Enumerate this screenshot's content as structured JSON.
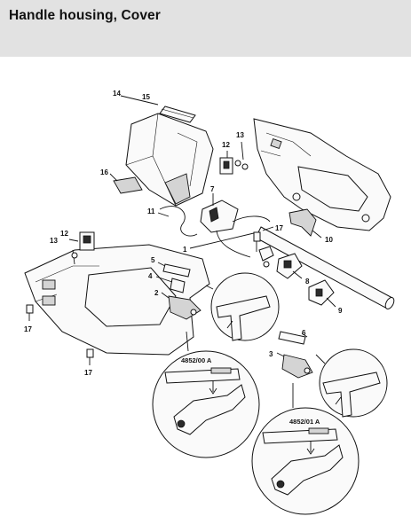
{
  "header": {
    "title": "Handle housing, Cover"
  },
  "colors": {
    "header_bg": "#e2e2e2",
    "line": "#111111"
  },
  "callouts": {
    "c1": "1",
    "c2": "2",
    "c3": "3",
    "c4": "4",
    "c5": "5",
    "c6": "6",
    "c7": "7",
    "c8": "8",
    "c9": "9",
    "c10": "10",
    "c11": "11",
    "c12": "12",
    "c12b": "12",
    "c13": "13",
    "c13b": "13",
    "c14": "14",
    "c15": "15",
    "c16": "16",
    "c17": "17",
    "c17b": "17",
    "c17c": "17"
  },
  "detail_views": {
    "ref_a": "4852/00 A",
    "ref_b": "4852/01 A"
  }
}
